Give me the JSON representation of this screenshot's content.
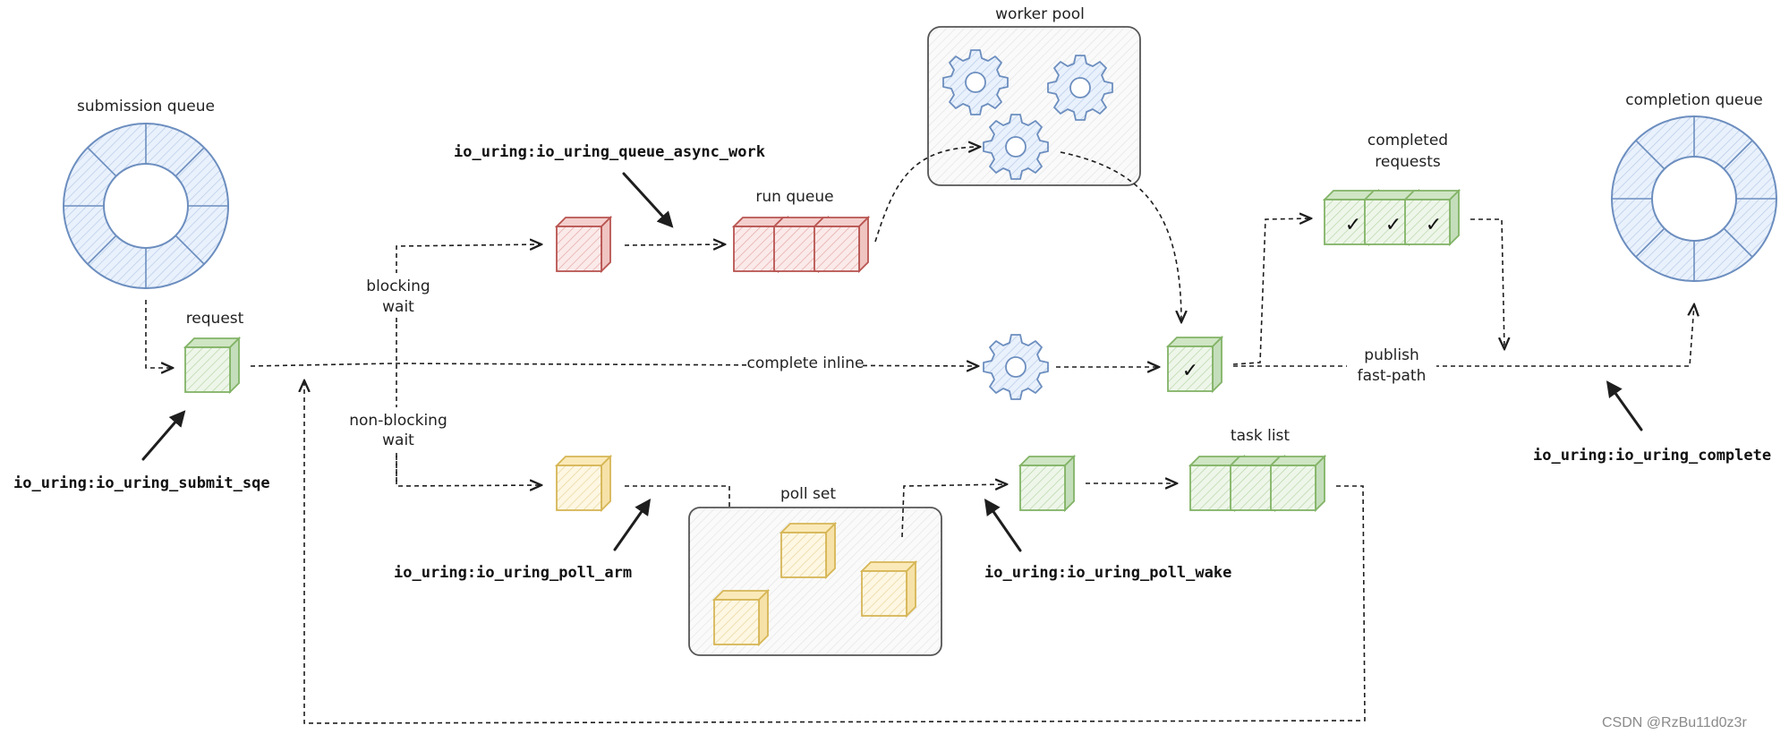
{
  "labels": {
    "submission_queue": "submission queue",
    "completion_queue": "completion queue",
    "worker_pool": "worker pool",
    "run_queue": "run queue",
    "request": "request",
    "completed_requests_line1": "completed",
    "completed_requests_line2": "requests",
    "blocking_wait_line1": "blocking",
    "blocking_wait_line2": "wait",
    "non_blocking_wait_line1": "non-blocking",
    "non_blocking_wait_line2": "wait",
    "complete_inline": "complete inline",
    "publish_line1": "publish",
    "publish_line2": "fast-path",
    "poll_set": "poll set",
    "task_list": "task list"
  },
  "tracepoints": {
    "submit_sqe": "io_uring:io_uring_submit_sqe",
    "queue_async_work": "io_uring:io_uring_queue_async_work",
    "poll_arm": "io_uring:io_uring_poll_arm",
    "poll_wake": "io_uring:io_uring_poll_wake",
    "complete": "io_uring:io_uring_complete"
  },
  "checkmark": "✓",
  "watermark": "CSDN @RzBu11d0z3r",
  "colors": {
    "queue_blue": "#6c8ebf",
    "queue_fill": "#dae8fc",
    "request_green": "#82b366",
    "green_fill": "#d5e8d4",
    "async_red": "#b85450",
    "red_fill": "#f8cecc",
    "poll_yellow": "#d6b656",
    "yellow_fill": "#fff2cc",
    "pool_border": "#555555",
    "pool_fill": "#f5f5f5"
  }
}
